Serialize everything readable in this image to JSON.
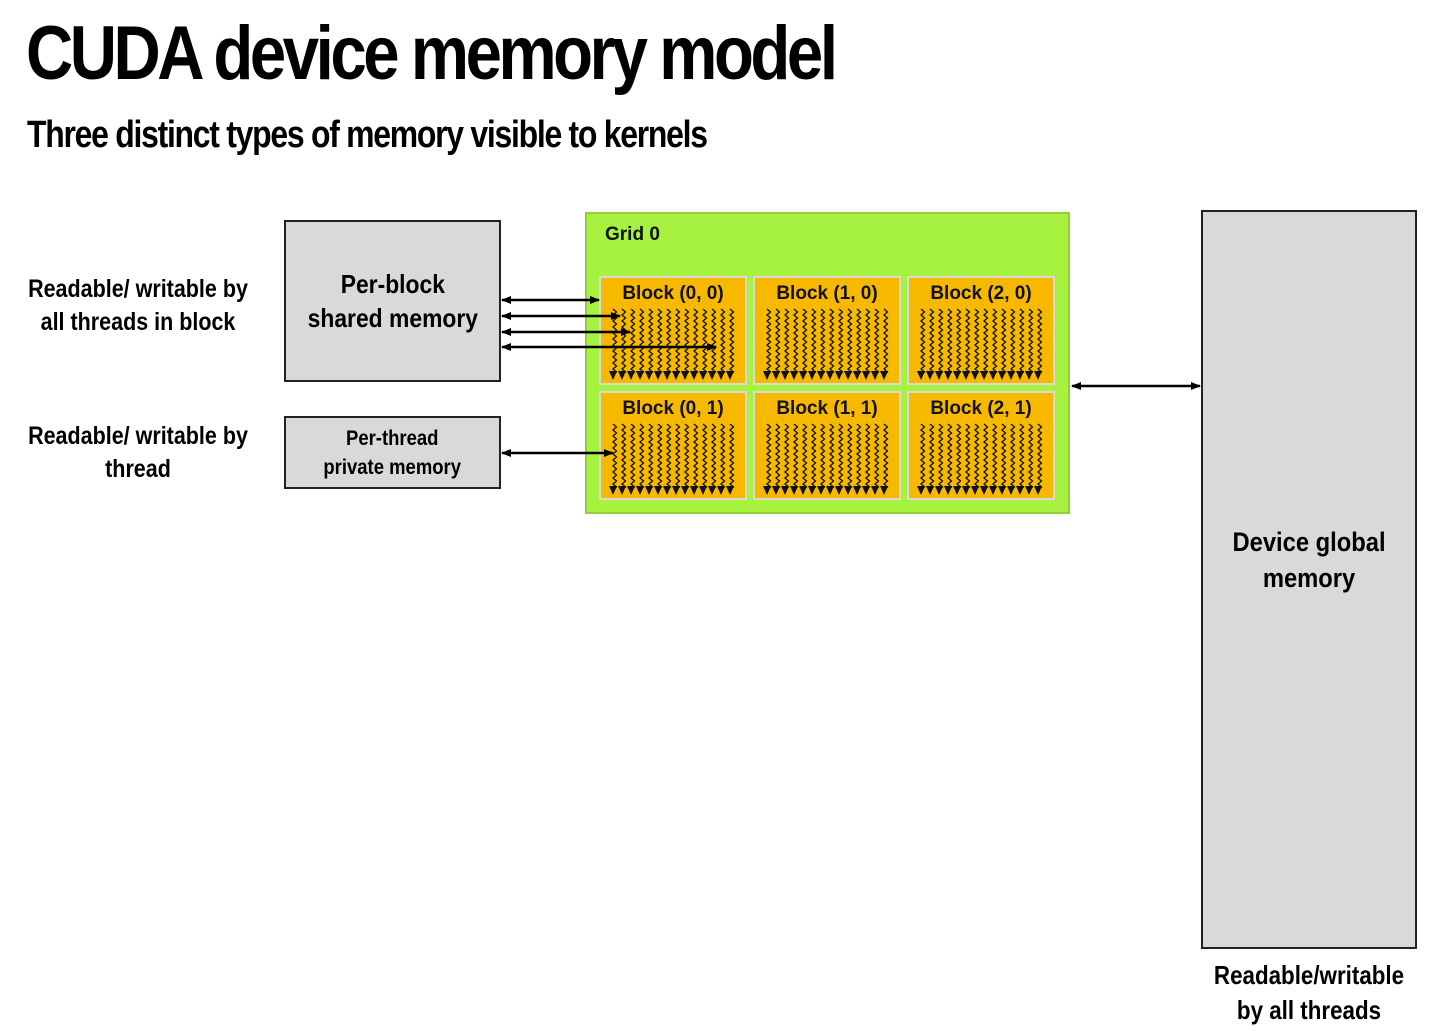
{
  "slide": {
    "title": "CUDA device memory model",
    "subtitle": "Three distinct types of memory visible to kernels"
  },
  "labels": {
    "block_rw": [
      "Readable/ writable by",
      "all threads in block"
    ],
    "thread_rw": [
      "Readable/ writable by",
      "thread"
    ],
    "global_rw": [
      "Readable/writable",
      "by all threads"
    ]
  },
  "memory": {
    "shared": [
      "Per-block",
      "shared memory"
    ],
    "private": [
      "Per-thread",
      "private memory"
    ],
    "global": [
      "Device global",
      "memory"
    ]
  },
  "grid": {
    "label": "Grid 0",
    "blocks": [
      {
        "label": "Block (0, 0)"
      },
      {
        "label": "Block (1, 0)"
      },
      {
        "label": "Block (2, 0)"
      },
      {
        "label": "Block (0, 1)"
      },
      {
        "label": "Block (1, 1)"
      },
      {
        "label": "Block (2, 1)"
      }
    ]
  },
  "colors": {
    "grid_fill": "#a6f23f",
    "block_fill": "#f7b900",
    "memory_fill": "#d9d9d9"
  }
}
